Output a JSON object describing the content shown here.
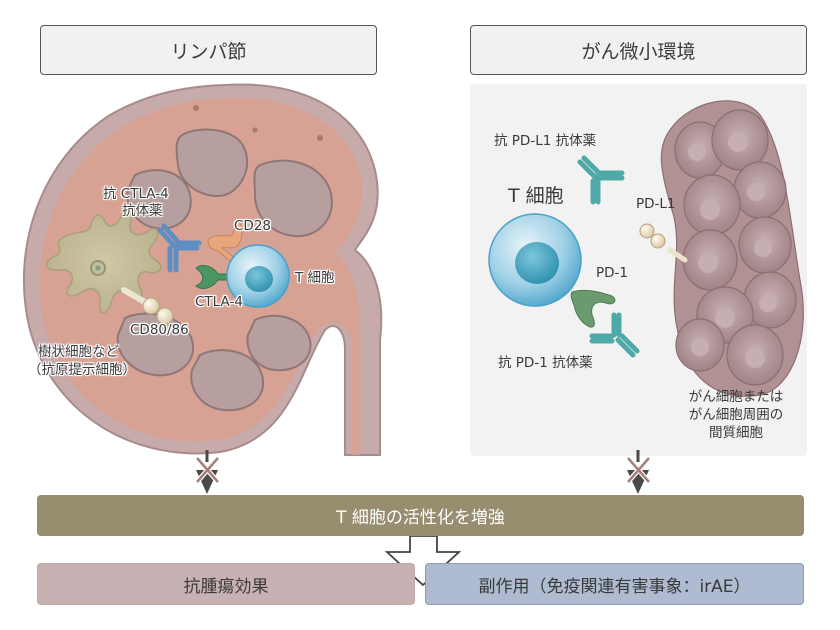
{
  "headers": {
    "left": "リンパ節",
    "right": "がん微小環境"
  },
  "lymph_node": {
    "labels": {
      "anti_ctla4_line1": "抗 CTLA-4",
      "anti_ctla4_line2": "抗体薬",
      "cd28": "CD28",
      "t_cell": "T 細胞",
      "ctla4": "CTLA-4",
      "cd80_86": "CD80/86",
      "dendritic_line1": "樹状細胞など",
      "dendritic_line2": "（抗原提示細胞）"
    }
  },
  "tumor_microenvironment": {
    "labels": {
      "anti_pdl1": "抗 PD-L1 抗体薬",
      "t_cell": "T 細胞",
      "pdl1": "PD-L1",
      "pd1": "PD-1",
      "anti_pd1": "抗 PD-1 抗体薬",
      "cancer_line1": "がん細胞または",
      "cancer_line2": "がん細胞周囲の",
      "cancer_line3": "間質細胞"
    }
  },
  "flow": {
    "main_bar": "T 細胞の活性化を増強",
    "result_left": "抗腫瘍効果",
    "result_right": "副作用（免疫関連有害事象：irAE）"
  },
  "colors": {
    "main_bar": "#978d6f",
    "result_left": "#c8b1b3",
    "result_right": "#aebbd0",
    "inhibit_cross": "#a57f7d",
    "arrow": "#4a4a4a"
  }
}
